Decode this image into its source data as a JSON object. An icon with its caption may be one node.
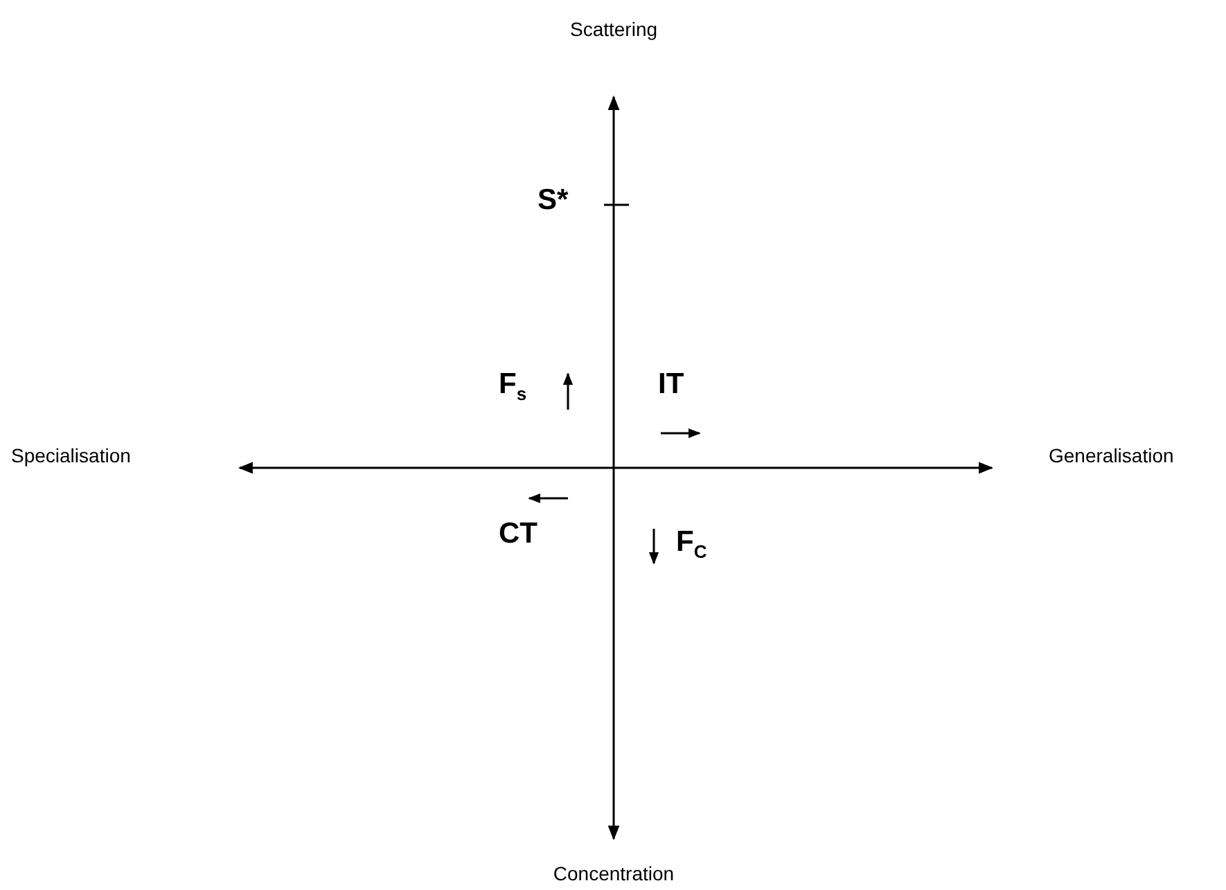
{
  "diagram": {
    "labels": [
      "Scattering",
      "S*",
      "F$_{s}$",
      "IT",
      "Specialisation",
      "Generalisation",
      "CT",
      "F$_{C}$",
      "Concentration"
    ]
  }
}
